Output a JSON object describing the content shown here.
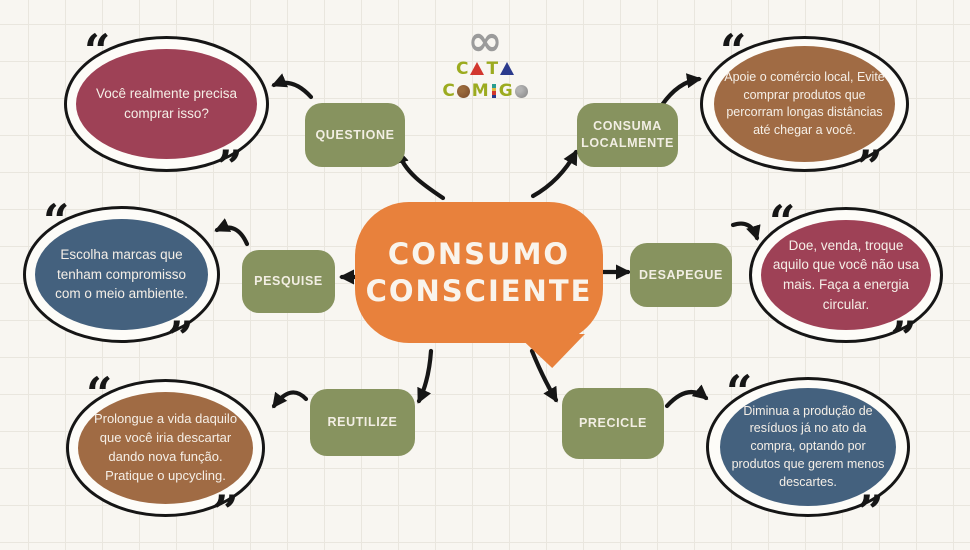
{
  "logo": {
    "brand_word1": "CATA",
    "brand_word2": "COMIGO",
    "infinity_symbol": "∞",
    "w1_letter_c": "C",
    "w1_letter_t": "T",
    "w2_letter_c": "C",
    "w2_letter_m": "M",
    "w2_letter_g": "G"
  },
  "center": {
    "title_line1": "CONSUMO",
    "title_line2": "CONSCIENTE"
  },
  "decor": {
    "open_quote": "“",
    "close_quote": "”"
  },
  "branches": [
    {
      "label": "QUESTIONE",
      "quote": "Você realmente precisa comprar isso?",
      "bubble_color": "#9e4156"
    },
    {
      "label": "CONSUMA LOCALMENTE",
      "quote": "Apoie o comércio local, Evite comprar produtos que percorram longas distâncias até chegar a você.",
      "bubble_color": "#a06b44"
    },
    {
      "label": "PESQUISE",
      "quote": "Escolha marcas que tenham compromisso com o meio ambiente.",
      "bubble_color": "#44617e"
    },
    {
      "label": "DESAPEGUE",
      "quote": "Doe, venda, troque aquilo que você não usa mais. Faça a energia circular.",
      "bubble_color": "#9e4156"
    },
    {
      "label": "REUTILIZE",
      "quote": "Prolongue a vida daquilo que você iria descartar dando nova função. Pratique o upcycling.",
      "bubble_color": "#a06b44"
    },
    {
      "label": "PRECICLE",
      "quote": "Diminua a produção de resíduos já no ato da compra, optando por produtos que gerem menos descartes.",
      "bubble_color": "#44617e"
    }
  ],
  "palette": {
    "background": "#f8f6f1",
    "grid_line": "#e9e6de",
    "center_orange": "#e8813c",
    "node_green": "#87935f",
    "bubble_maroon": "#9e4156",
    "bubble_brown": "#a06b44",
    "bubble_blue": "#44617e",
    "ink_black": "#161616",
    "text_white": "#f6f1e8",
    "logo_green": "#9cab1f",
    "logo_red": "#d2372e",
    "logo_navy": "#2b3a8c",
    "logo_gray": "#9b9b9b",
    "logo_brown": "#8a5a33"
  }
}
